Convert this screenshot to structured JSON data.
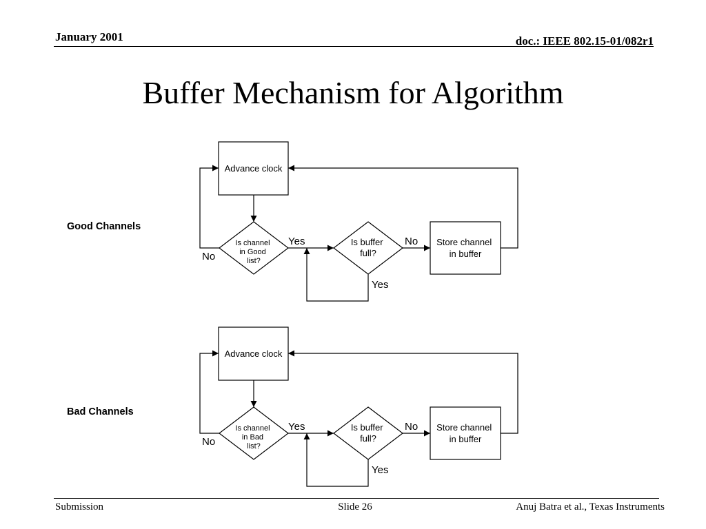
{
  "header": {
    "date": "January 2001",
    "doc_id": "doc.: IEEE 802.15-01/082r1"
  },
  "title": "Buffer Mechanism for Algorithm",
  "flows": [
    {
      "section_label": "Good Channels",
      "advance_clock": "Advance clock",
      "check_channel": [
        "Is channel",
        "in Good",
        "list?"
      ],
      "buffer_full": [
        "Is buffer",
        "full?"
      ],
      "store_channel": [
        "Store channel",
        "in buffer"
      ],
      "yes_label_1": "Yes",
      "no_label_1": "No",
      "no_label_2": "No",
      "yes_label_2": "Yes"
    },
    {
      "section_label": "Bad Channels",
      "advance_clock": "Advance clock",
      "check_channel": [
        "Is channel",
        "in Bad",
        "list?"
      ],
      "buffer_full": [
        "Is buffer",
        "full?"
      ],
      "store_channel": [
        "Store channel",
        "in buffer"
      ],
      "yes_label_1": "Yes",
      "no_label_1": "No",
      "no_label_2": "No",
      "yes_label_2": "Yes"
    }
  ],
  "footer": {
    "left": "Submission",
    "center": "Slide 26",
    "right": "Anuj Batra et al., Texas Instruments"
  }
}
